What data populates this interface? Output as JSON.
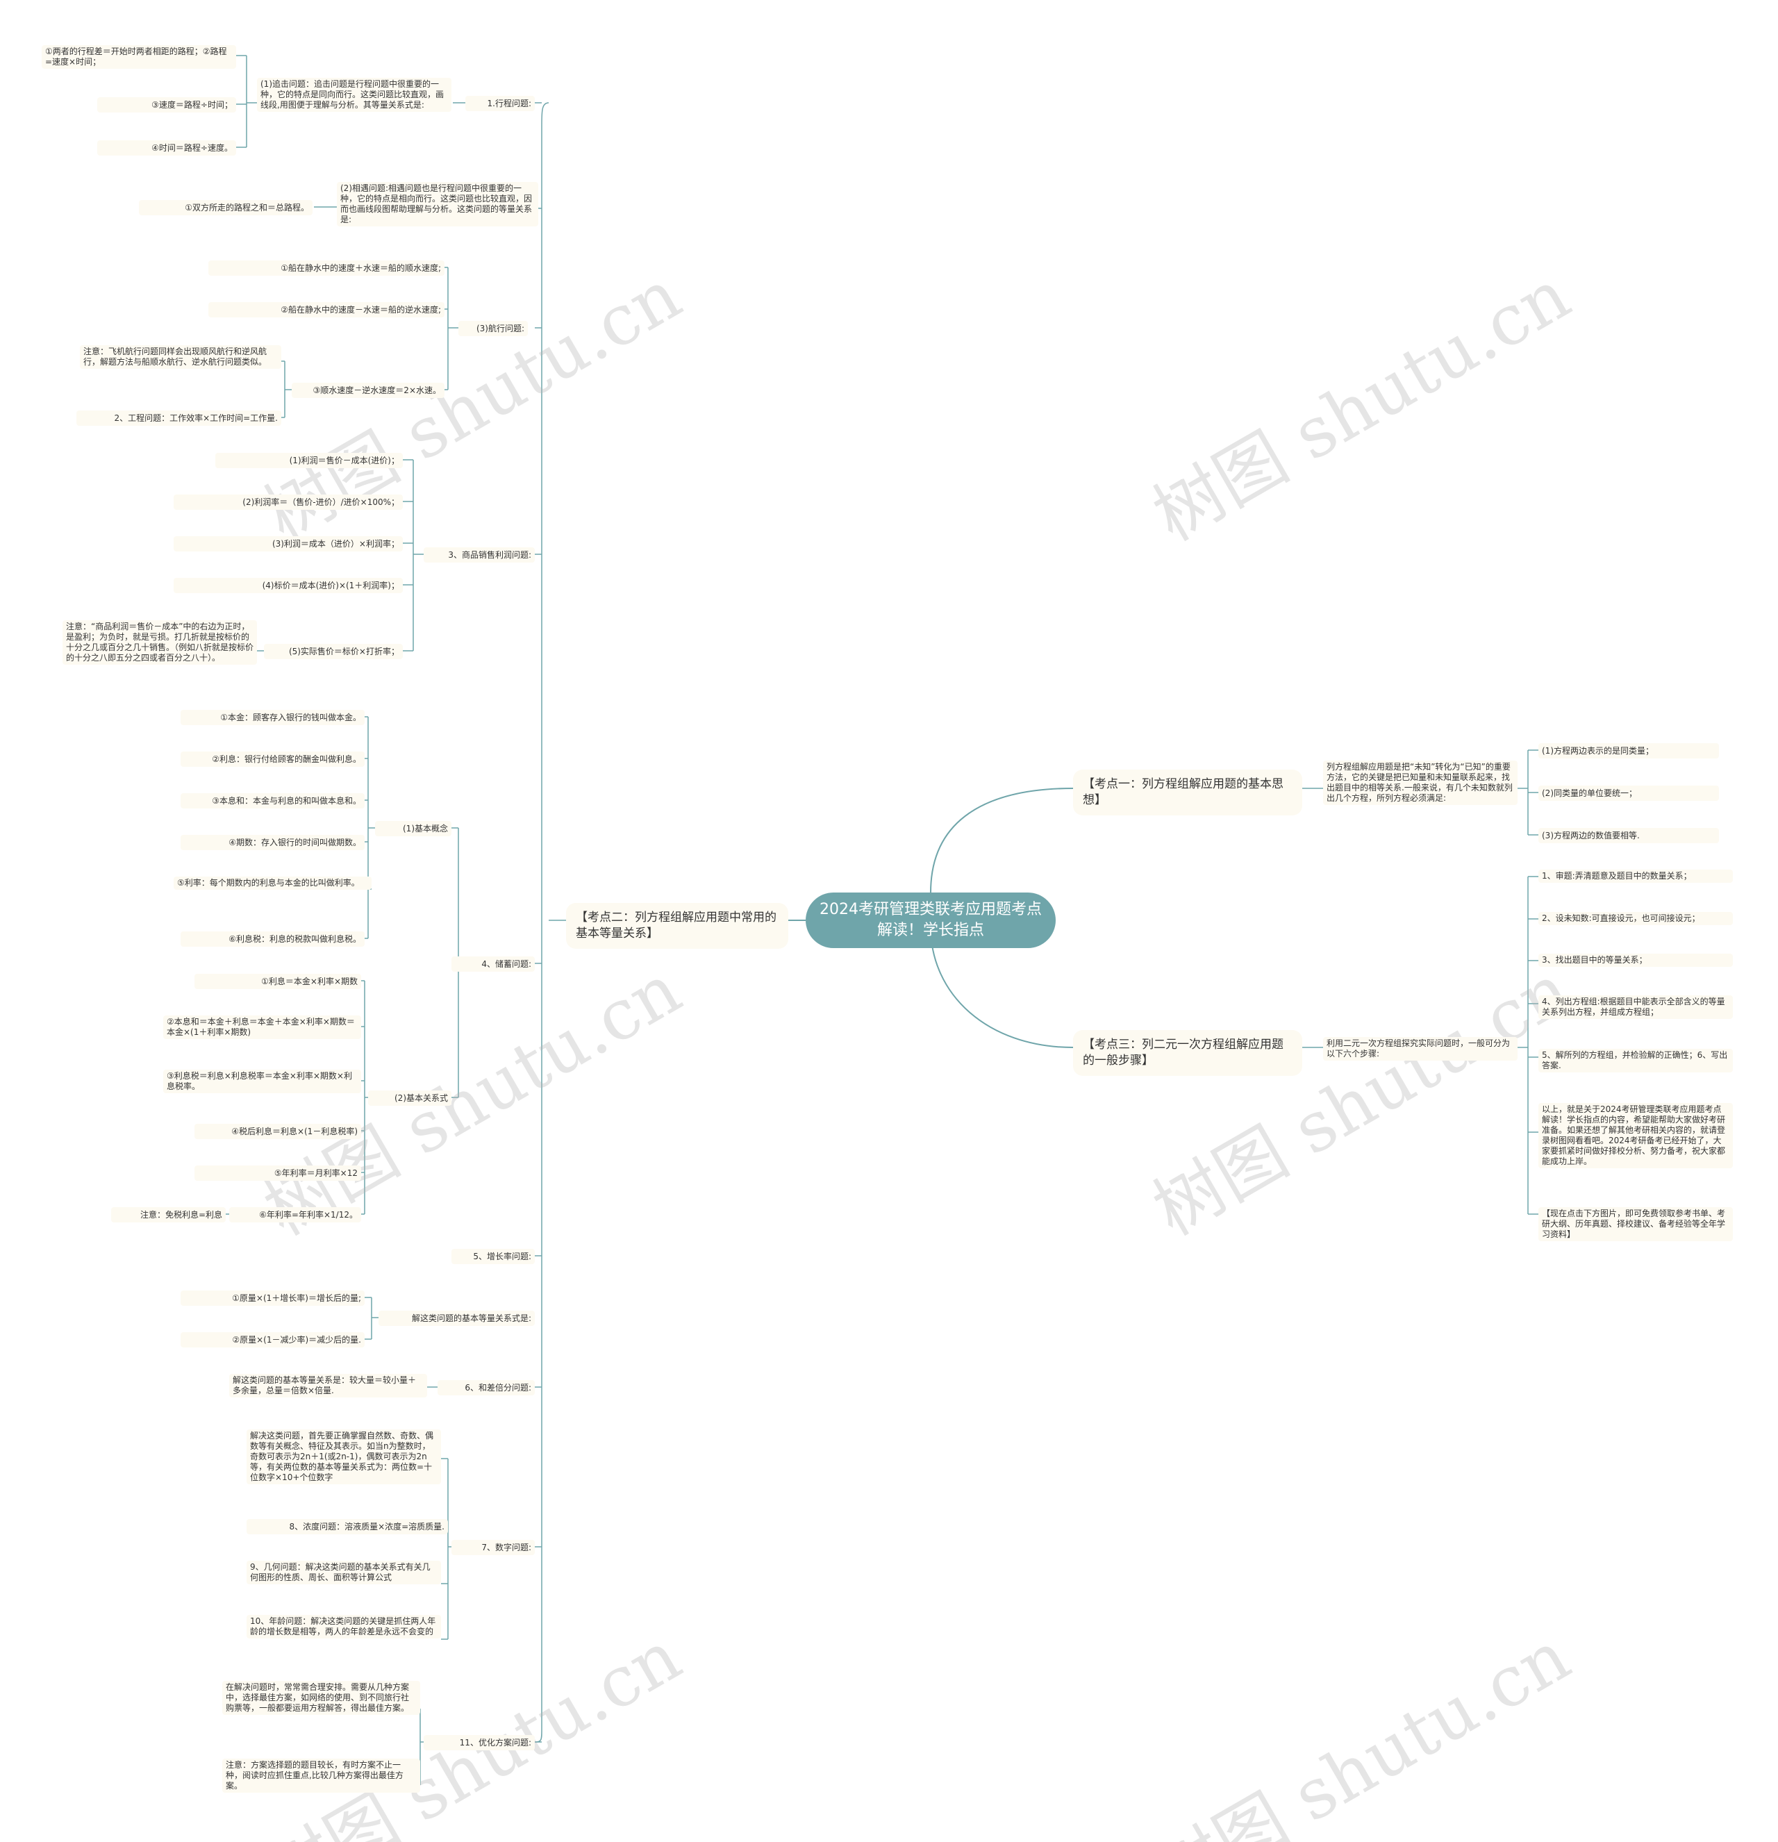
{
  "root": "2024考研管理类联考应用题考点解读！学长指点",
  "watermark": "树图 shutu.cn",
  "colors": {
    "line": "#6fa5aa",
    "root_bg": "#6fa5aa",
    "node_bg": "#fdfaf1",
    "text": "#333333"
  },
  "right": {
    "k1": {
      "title": "【考点一：列方程组解应用题的基本思想】",
      "desc": "列方程组解应用题是把“未知”转化为“已知”的重要方法，它的关键是把已知量和未知量联系起来，找出题目中的相等关系.一般来说，有几个未知数就列出几个方程，所列方程必须满足:",
      "items": [
        "(1)方程两边表示的是同类量；",
        "(2)同类量的单位要统一；",
        "(3)方程两边的数值要相等."
      ]
    },
    "k3": {
      "title": "【考点三：列二元一次方程组解应用题的一般步骤】",
      "desc": "利用二元一次方程组探究实际问题时，一般可分为以下六个步骤:",
      "items": [
        "1、审题:弄清题意及题目中的数量关系；",
        "2、设未知数:可直接设元，也可间接设元；",
        "3、找出题目中的等量关系；",
        "4、列出方程组:根据题目中能表示全部含义的等量关系列出方程，并组成方程组；",
        "5、解所列的方程组，并检验解的正确性；6、写出答案.",
        "以上，就是关于2024考研管理类联考应用题考点解读！学长指点的内容，希望能帮助大家做好考研准备。如果还想了解其他考研相关内容的，就请登录树图网看看吧。2024考研备考已经开始了，大家要抓紧时间做好择校分析、努力备考，祝大家都能成功上岸。",
        "【现在点击下方图片，即可免费领取参考书单、考研大纲、历年真题、择校建议、备考经验等全年学习资料】"
      ]
    }
  },
  "left": {
    "k2": "【考点二：列方程组解应用题中常用的基本等量关系】",
    "travel": {
      "label": "1.行程问题:",
      "chase": "(1)追击问题：追击问题是行程问题中很重要的一种，它的特点是同向而行。这类问题比较直观，画线段,用图便于理解与分析。其等量关系式是:",
      "chase_items": [
        "①两者的行程差＝开始时两者相距的路程；②路程=速度×时间；",
        "③速度＝路程÷时间；",
        "④时间＝路程÷速度。"
      ],
      "meet": "(2)相遇问题:相遇问题也是行程问题中很重要的一种，它的特点是相向而行。这类问题也比较直观，因而也画线段图帮助理解与分析。这类问题的等量关系是:",
      "meet_item": "①双方所走的路程之和＝总路程。",
      "sail": "(3)航行问题:",
      "sail_items": [
        "①船在静水中的速度＋水速＝船的顺水速度;",
        "②船在静水中的速度－水速＝船的逆水速度;",
        "③顺水速度－逆水速度＝2×水速。"
      ],
      "sail_note": "注意：飞机航行问题同样会出现顺风航行和逆风航行，解题方法与船顺水航行、逆水航行问题类似。",
      "work": "2、工程问题：工作效率×工作时间=工作量."
    },
    "sales": {
      "label": "3、商品销售利润问题:",
      "items": [
        "(1)利润＝售价－成本(进价)；",
        "(2)利润率＝（售价-进价）/进价×100%；",
        "(3)利润＝成本（进价）×利润率；",
        "(4)标价＝成本(进价)×(1＋利润率)；",
        "(5)实际售价＝标价×打折率；"
      ],
      "note": "注意：“商品利润＝售价－成本”中的右边为正时，是盈利；为负时，就是亏损。打几折就是按标价的十分之几或百分之几十销售。（例如八折就是按标价的十分之八即五分之四或者百分之八十）。"
    },
    "savings": {
      "label": "4、储蓄问题:",
      "basic": "(1)基本概念",
      "basic_items": [
        "①本金：顾客存入银行的钱叫做本金。",
        "②利息：银行付给顾客的酬金叫做利息。",
        "③本息和：本金与利息的和叫做本息和。",
        "④期数：存入银行的时间叫做期数。",
        "⑤利率：每个期数内的利息与本金的比叫做利率。",
        "⑥利息税：利息的税款叫做利息税。"
      ],
      "rel": "(2)基本关系式",
      "rel_items": [
        "①利息＝本金×利率×期数",
        "②本息和＝本金＋利息＝本金＋本金×利率×期数＝本金×(1＋利率×期数)",
        "③利息税＝利息×利息税率＝本金×利率×期数×利息税率。",
        "④税后利息＝利息×(1－利息税率)",
        "⑤年利率＝月利率×12",
        "⑥年利率=年利率×1/12。"
      ],
      "note": "注意：免税利息=利息"
    },
    "growth": {
      "label": "5、增长率问题:",
      "rel": "解这类问题的基本等量关系式是:",
      "items": [
        "①原量×(1＋增长率)＝增长后的量;",
        "②原量×(1－减少率)＝减少后的量."
      ]
    },
    "ratio": {
      "label": "6、和差倍分问题:",
      "desc": "解这类问题的基本等量关系是：较大量＝较小量＋多余量，总量＝倍数×倍量."
    },
    "digit": {
      "label": "7、数字问题:",
      "items": [
        "解决这类问题，首先要正确掌握自然数、奇数、偶数等有关概念、特征及其表示。如当n为整数时，奇数可表示为2n＋1(或2n-1)，偶数可表示为2n等，有关两位数的基本等量关系式为：两位数=十位数字×10+个位数字",
        "8、浓度问题：溶液质量×浓度=溶质质量.",
        "9、几何问题：解决这类问题的基本关系式有关几何图形的性质、周长、面积等计算公式",
        "10、年龄问题：解决这类问题的关键是抓住两人年龄的增长数是相等，两人的年龄差是永远不会变的"
      ]
    },
    "optimize": {
      "label": "11、优化方案问题:",
      "items": [
        "在解决问题时，常常需合理安排。需要从几种方案中，选择最佳方案，如网络的使用、到不同旅行社购票等，一般都要运用方程解答，得出最佳方案。",
        "注意：方案选择题的题目较长，有时方案不止一种，阅读时应抓住重点,比较几种方案得出最佳方案。"
      ]
    }
  }
}
